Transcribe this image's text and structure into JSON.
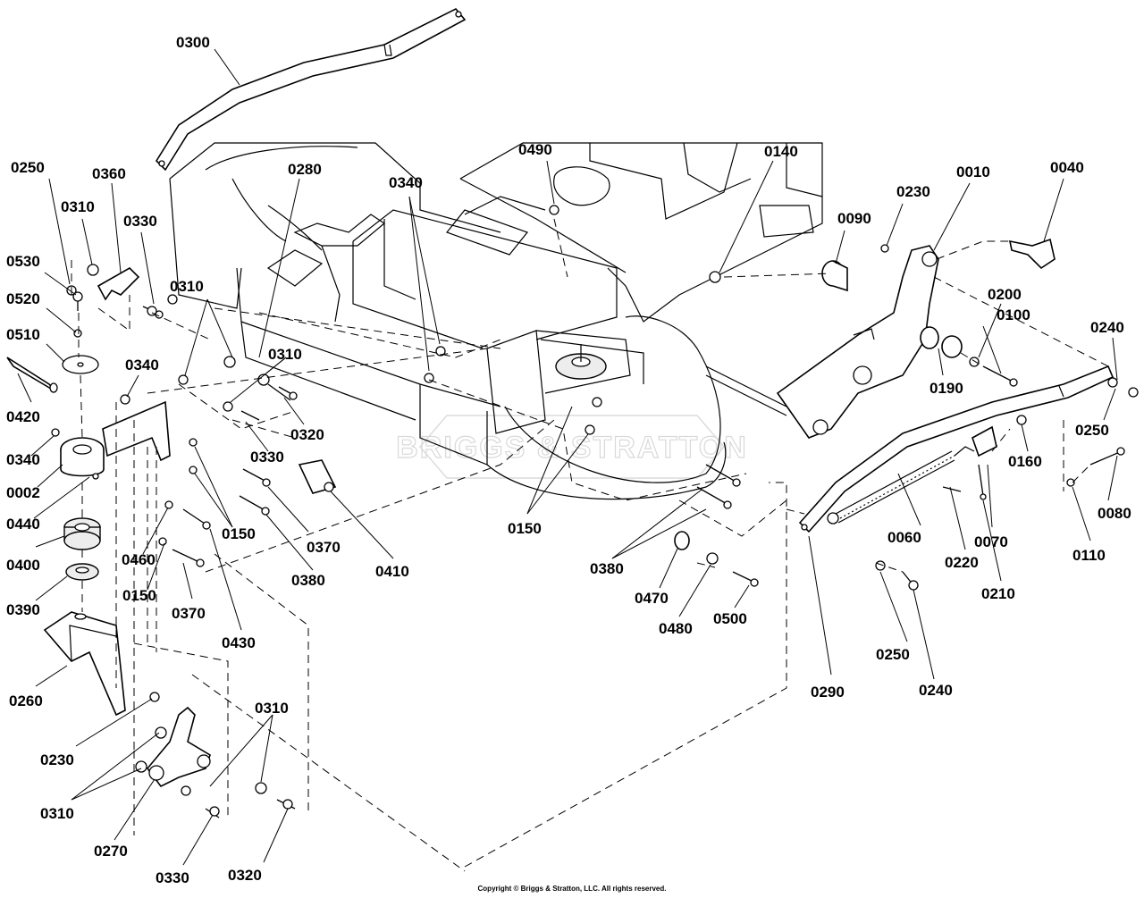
{
  "watermark": "BRIGGS & STRATTON",
  "copyright": "Copyright © Briggs & Stratton, LLC. All rights reserved.",
  "labels": {
    "p0300": "0300",
    "p0250a": "0250",
    "p0360": "0360",
    "p0310a": "0310",
    "p0330a": "0330",
    "p0280": "0280",
    "p0340a": "0340",
    "p0490": "0490",
    "p0140": "0140",
    "p0010": "0010",
    "p0040": "0040",
    "p0230a": "0230",
    "p0090": "0090",
    "p0530": "0530",
    "p0520": "0520",
    "p0310b": "0310",
    "p0510": "0510",
    "p0340b": "0340",
    "p0310c": "0310",
    "p0200": "0200",
    "p0100": "0100",
    "p0240a": "0240",
    "p0420": "0420",
    "p0190": "0190",
    "p0320a": "0320",
    "p0250b": "0250",
    "p0160": "0160",
    "p0340c": "0340",
    "p0330b": "0330",
    "p0002": "0002",
    "p0440": "0440",
    "p0150a": "0150",
    "p0080": "0080",
    "p0370a": "0370",
    "p0150b": "0150",
    "p0060": "0060",
    "p0070": "0070",
    "p0400": "0400",
    "p0460": "0460",
    "p0380a": "0380",
    "p0410": "0410",
    "p0110": "0110",
    "p0220": "0220",
    "p0380b": "0380",
    "p0150c": "0150",
    "p0210": "0210",
    "p0390": "0390",
    "p0370b": "0370",
    "p0470": "0470",
    "p0500": "0500",
    "p0480": "0480",
    "p0430": "0430",
    "p0250c": "0250",
    "p0290": "0290",
    "p0240b": "0240",
    "p0260": "0260",
    "p0310d": "0310",
    "p0230b": "0230",
    "p0310e": "0310",
    "p0270": "0270",
    "p0330c": "0330",
    "p0320b": "0320"
  }
}
